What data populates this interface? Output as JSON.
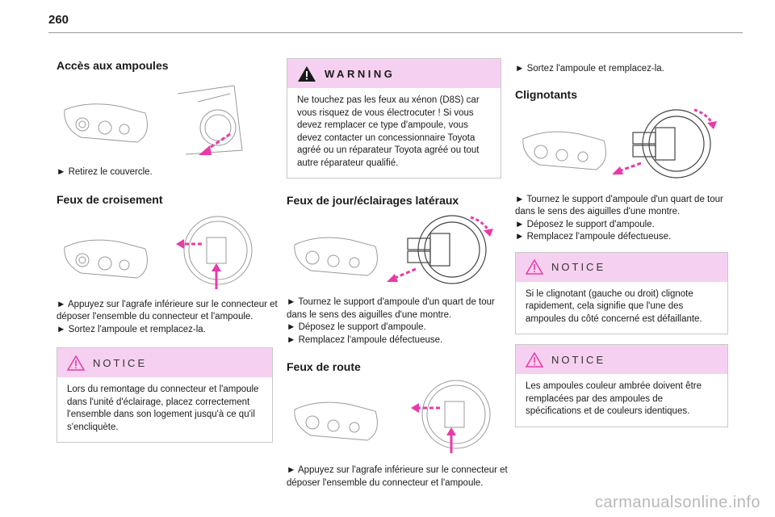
{
  "page_number": "260",
  "col1": {
    "h_access": "Accès aux ampoules",
    "p_access": "► Retirez le couvercle.",
    "h_low": "Feux de croisement",
    "p_low1": "► Appuyez sur l'agrafe inférieure sur le connecteur et déposer l'ensemble du connecteur et l'ampoule.",
    "p_low2": "► Sortez l'ampoule et remplacez-la.",
    "notice_title": "NOTICE",
    "notice_text": "Lors du remontage du connecteur et l'ampoule dans l'unité d'éclairage, placez correctement l'ensemble dans son logement jusqu'à ce qu'il s'encliquète."
  },
  "col2": {
    "warning_title": "WARNING",
    "warning_text": "Ne touchez pas les feux au xénon (D8S) car vous risquez de vous électrocuter ! Si vous devez remplacer ce type d'ampoule, vous devez contacter un concessionnaire Toyota agréé ou un réparateur Toyota agréé ou tout autre réparateur qualifié.",
    "h_day": "Feux de jour/éclairages latéraux",
    "p_day1": "► Tournez le support d'ampoule d'un quart de tour dans le sens des aiguilles d'une montre.",
    "p_day2": "► Déposez le support d'ampoule.",
    "p_day3": "► Remplacez l'ampoule défectueuse.",
    "h_high": "Feux de route",
    "p_high1": "► Appuyez sur l'agrafe inférieure sur le connecteur et déposer l'ensemble du connecteur et l'ampoule."
  },
  "col3": {
    "p_top": "► Sortez l'ampoule et remplacez-la.",
    "h_turn": "Clignotants",
    "p_turn1": "► Tournez le support d'ampoule d'un quart de tour dans le sens des aiguilles d'une montre.",
    "p_turn2": "► Déposez le support d'ampoule.",
    "p_turn3": "► Remplacez l'ampoule défectueuse.",
    "notice1_title": "NOTICE",
    "notice1_text": "Si le clignotant (gauche ou droit) clignote rapidement, cela signifie que l'une des ampoules du côté concerné est défaillante.",
    "notice2_title": "NOTICE",
    "notice2_text": "Les ampoules couleur ambrée doivent être remplacées par des ampoules de spécifications et de couleurs identiques."
  },
  "footer": "carmanualsonline.info",
  "colors": {
    "accent_pink": "#e83aa8",
    "header_pink": "#f6d0f0",
    "line_gray": "#9a9a9a"
  },
  "icons": [
    "warning-triangle-icon",
    "notice-triangle-icon",
    "arrow-icon"
  ]
}
